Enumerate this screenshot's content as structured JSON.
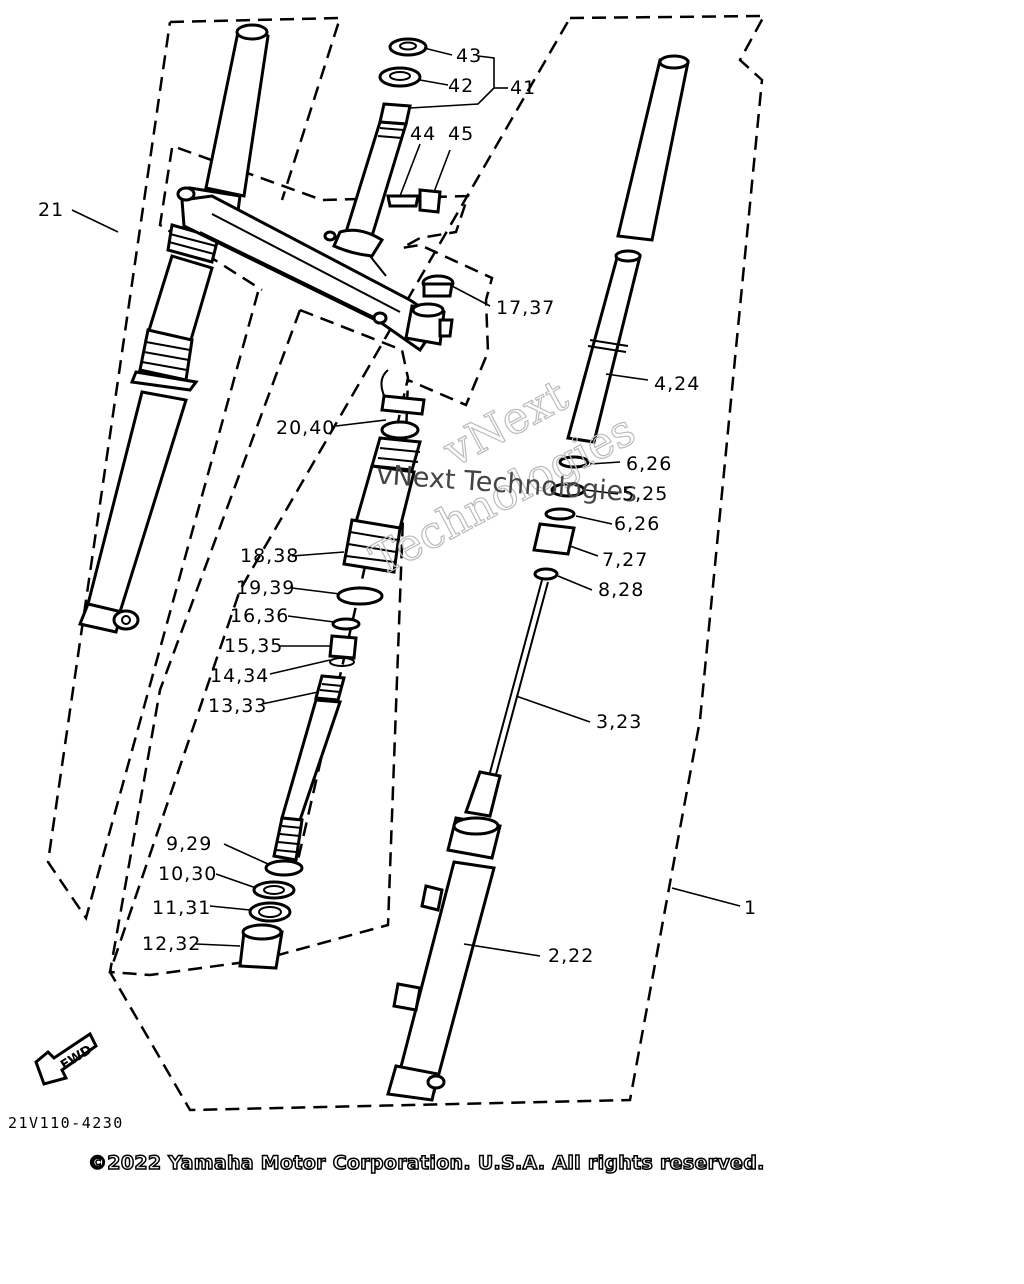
{
  "diagram": {
    "code": "21V110-4230",
    "copyright": "©2022 Yamaha Motor Corporation. U.S.A. All rights reserved.",
    "watermark": [
      "vNext",
      "Technologies",
      "vNext Technologies"
    ],
    "fwd_label": "FWD",
    "callouts": [
      {
        "id": "c43",
        "text": "43"
      },
      {
        "id": "c42",
        "text": "42"
      },
      {
        "id": "c41",
        "text": "41"
      },
      {
        "id": "c44",
        "text": "44"
      },
      {
        "id": "c45",
        "text": "45"
      },
      {
        "id": "c21",
        "text": "21"
      },
      {
        "id": "c17",
        "text": "17,37"
      },
      {
        "id": "c4",
        "text": "4,24"
      },
      {
        "id": "c20",
        "text": "20,40"
      },
      {
        "id": "c6a",
        "text": "6,26"
      },
      {
        "id": "c5",
        "text": "5,25"
      },
      {
        "id": "c6b",
        "text": "6,26"
      },
      {
        "id": "c7",
        "text": "7,27"
      },
      {
        "id": "c8",
        "text": "8,28"
      },
      {
        "id": "c18",
        "text": "18,38"
      },
      {
        "id": "c19",
        "text": "19,39"
      },
      {
        "id": "c16",
        "text": "16,36"
      },
      {
        "id": "c15",
        "text": "15,35"
      },
      {
        "id": "c14",
        "text": "14,34"
      },
      {
        "id": "c13",
        "text": "13,33"
      },
      {
        "id": "c3",
        "text": "3,23"
      },
      {
        "id": "c9",
        "text": "9,29"
      },
      {
        "id": "c10",
        "text": "10,30"
      },
      {
        "id": "c11",
        "text": "11,31"
      },
      {
        "id": "c12",
        "text": "12,32"
      },
      {
        "id": "c2",
        "text": "2,22"
      },
      {
        "id": "c1",
        "text": "1"
      }
    ]
  }
}
